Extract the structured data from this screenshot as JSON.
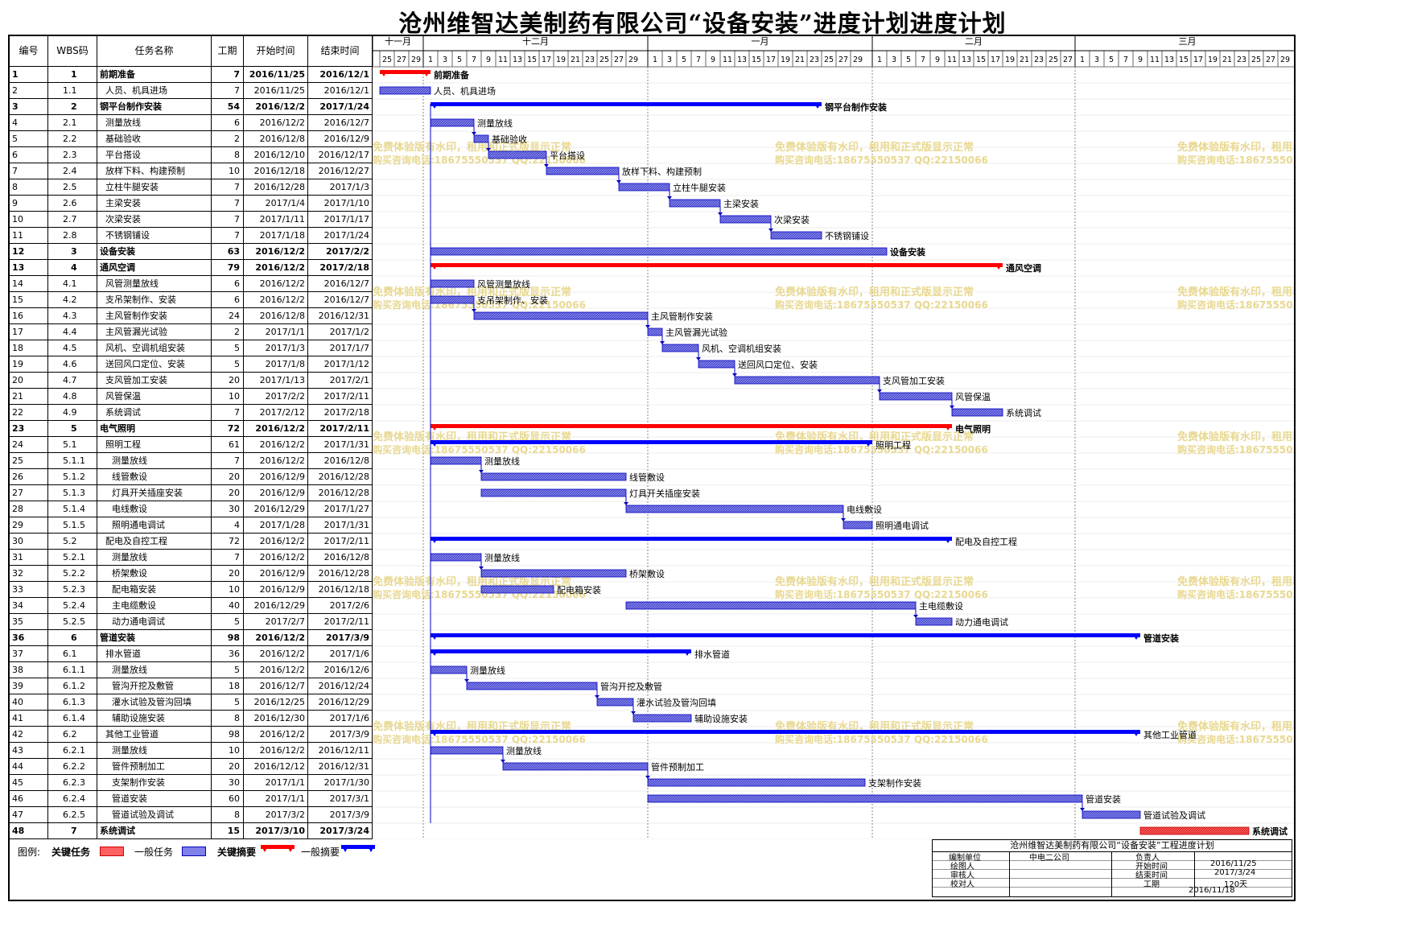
{
  "title": "沧州维智达美制药有限公司“设备安装”进度计划进度计划",
  "headers": {
    "no": "编号",
    "wbs": "WBS码",
    "name": "任务名称",
    "dur": "工期",
    "start": "开始时间",
    "end": "结束时间"
  },
  "months": [
    "十一月",
    "十二月",
    "一月",
    "二月",
    "三月"
  ],
  "day_ticks": {
    "nov": [
      "25",
      "27",
      "29"
    ],
    "dec": [
      "1",
      "3",
      "5",
      "7",
      "9",
      "11",
      "13",
      "15",
      "17",
      "19",
      "21",
      "23",
      "25",
      "27",
      "29"
    ],
    "jan": [
      "1",
      "3",
      "5",
      "7",
      "9",
      "11",
      "13",
      "15",
      "17",
      "19",
      "21",
      "23",
      "25",
      "27",
      "29"
    ],
    "feb": [
      "1",
      "3",
      "5",
      "7",
      "9",
      "11",
      "13",
      "15",
      "17",
      "19",
      "21",
      "23",
      "25",
      "27"
    ],
    "mar": [
      "1",
      "3",
      "5",
      "7",
      "9",
      "11",
      "13",
      "15",
      "17",
      "19",
      "21",
      "23",
      "25",
      "27",
      "29"
    ]
  },
  "watermark": [
    "免费体验版有水印，租用和正式版显示正常",
    "购买咨询电话:18675550537 QQ:22150066"
  ],
  "legend": {
    "label": "图例:",
    "critical_task": "关键任务",
    "normal_task": "一般任务",
    "critical_summary": "关键摘要",
    "normal_summary": "一般摘要"
  },
  "info_box": {
    "title": "沧州维智达美制药有限公司“设备安装”工程进度计划",
    "rows": [
      {
        "l1": "编制单位",
        "v1": "中电二公司",
        "l2": "负责人",
        "v2": ""
      },
      {
        "l1": "绘图人",
        "v1": "",
        "l2": "开始时间",
        "v2": "2016/11/25"
      },
      {
        "l1": "审核人",
        "v1": "",
        "l2": "结束时间",
        "v2": "2017/3/24"
      },
      {
        "l1": "校对人",
        "v1": "",
        "l2": "工期",
        "v2": "120天"
      },
      {
        "l1": "",
        "v1": "",
        "l2": "",
        "v2": "2016/11/18"
      }
    ]
  },
  "colors": {
    "critical_summary": "#ff0000",
    "normal_summary": "#0000ff",
    "task_fill": "#8080e8",
    "critical_task_fill": "#ff6060",
    "watermark": "#e8d890"
  },
  "chart_data": {
    "type": "gantt",
    "x_range": [
      "2016/11/24",
      "2017/3/31"
    ],
    "tasks": [
      {
        "no": "1",
        "wbs": "1",
        "name": "前期准备",
        "dur": "7",
        "start": "2016/11/25",
        "end": "2016/12/1",
        "kind": "critsum",
        "level": 0
      },
      {
        "no": "2",
        "wbs": "1.1",
        "name": "人员、机具进场",
        "dur": "7",
        "start": "2016/11/25",
        "end": "2016/12/1",
        "kind": "task",
        "level": 1
      },
      {
        "no": "3",
        "wbs": "2",
        "name": "钢平台制作安装",
        "dur": "54",
        "start": "2016/12/2",
        "end": "2017/1/24",
        "kind": "sum",
        "level": 0
      },
      {
        "no": "4",
        "wbs": "2.1",
        "name": "测量放线",
        "dur": "6",
        "start": "2016/12/2",
        "end": "2016/12/7",
        "kind": "task",
        "level": 1
      },
      {
        "no": "5",
        "wbs": "2.2",
        "name": "基础验收",
        "dur": "2",
        "start": "2016/12/8",
        "end": "2016/12/9",
        "kind": "task",
        "level": 1
      },
      {
        "no": "6",
        "wbs": "2.3",
        "name": "平台搭设",
        "dur": "8",
        "start": "2016/12/10",
        "end": "2016/12/17",
        "kind": "task",
        "level": 1
      },
      {
        "no": "7",
        "wbs": "2.4",
        "name": "放样下料、构建预制",
        "dur": "10",
        "start": "2016/12/18",
        "end": "2016/12/27",
        "kind": "task",
        "level": 1
      },
      {
        "no": "8",
        "wbs": "2.5",
        "name": "立柱牛腿安装",
        "dur": "7",
        "start": "2016/12/28",
        "end": "2017/1/3",
        "kind": "task",
        "level": 1
      },
      {
        "no": "9",
        "wbs": "2.6",
        "name": "主梁安装",
        "dur": "7",
        "start": "2017/1/4",
        "end": "2017/1/10",
        "kind": "task",
        "level": 1
      },
      {
        "no": "10",
        "wbs": "2.7",
        "name": "次梁安装",
        "dur": "7",
        "start": "2017/1/11",
        "end": "2017/1/17",
        "kind": "task",
        "level": 1
      },
      {
        "no": "11",
        "wbs": "2.8",
        "name": "不锈钢铺设",
        "dur": "7",
        "start": "2017/1/18",
        "end": "2017/1/24",
        "kind": "task",
        "level": 1
      },
      {
        "no": "12",
        "wbs": "3",
        "name": "设备安装",
        "dur": "63",
        "start": "2016/12/2",
        "end": "2017/2/2",
        "kind": "task",
        "level": 0,
        "bold": true
      },
      {
        "no": "13",
        "wbs": "4",
        "name": "通风空调",
        "dur": "79",
        "start": "2016/12/2",
        "end": "2017/2/18",
        "kind": "critsum",
        "level": 0
      },
      {
        "no": "14",
        "wbs": "4.1",
        "name": "风管测量放线",
        "dur": "6",
        "start": "2016/12/2",
        "end": "2016/12/7",
        "kind": "task",
        "level": 1
      },
      {
        "no": "15",
        "wbs": "4.2",
        "name": "支吊架制作、安装",
        "dur": "6",
        "start": "2016/12/2",
        "end": "2016/12/7",
        "kind": "task",
        "level": 1
      },
      {
        "no": "16",
        "wbs": "4.3",
        "name": "主风管制作安装",
        "dur": "24",
        "start": "2016/12/8",
        "end": "2016/12/31",
        "kind": "task",
        "level": 1
      },
      {
        "no": "17",
        "wbs": "4.4",
        "name": "主风管漏光试验",
        "dur": "2",
        "start": "2017/1/1",
        "end": "2017/1/2",
        "kind": "task",
        "level": 1
      },
      {
        "no": "18",
        "wbs": "4.5",
        "name": "风机、空调机组安装",
        "dur": "5",
        "start": "2017/1/3",
        "end": "2017/1/7",
        "kind": "task",
        "level": 1
      },
      {
        "no": "19",
        "wbs": "4.6",
        "name": "送回风口定位、安装",
        "dur": "5",
        "start": "2017/1/8",
        "end": "2017/1/12",
        "kind": "task",
        "level": 1
      },
      {
        "no": "20",
        "wbs": "4.7",
        "name": "支风管加工安装",
        "dur": "20",
        "start": "2017/1/13",
        "end": "2017/2/1",
        "kind": "task",
        "level": 1
      },
      {
        "no": "21",
        "wbs": "4.8",
        "name": "风管保温",
        "dur": "10",
        "start": "2017/2/2",
        "end": "2017/2/11",
        "kind": "task",
        "level": 1
      },
      {
        "no": "22",
        "wbs": "4.9",
        "name": "系统调试",
        "dur": "7",
        "start": "2017/2/12",
        "end": "2017/2/18",
        "kind": "task",
        "level": 1
      },
      {
        "no": "23",
        "wbs": "5",
        "name": "电气照明",
        "dur": "72",
        "start": "2016/12/2",
        "end": "2017/2/11",
        "kind": "critsum",
        "level": 0
      },
      {
        "no": "24",
        "wbs": "5.1",
        "name": "照明工程",
        "dur": "61",
        "start": "2016/12/2",
        "end": "2017/1/31",
        "kind": "sum",
        "level": 1
      },
      {
        "no": "25",
        "wbs": "5.1.1",
        "name": "测量放线",
        "dur": "7",
        "start": "2016/12/2",
        "end": "2016/12/8",
        "kind": "task",
        "level": 2
      },
      {
        "no": "26",
        "wbs": "5.1.2",
        "name": "线管敷设",
        "dur": "20",
        "start": "2016/12/9",
        "end": "2016/12/28",
        "kind": "task",
        "level": 2
      },
      {
        "no": "27",
        "wbs": "5.1.3",
        "name": "灯具开关插座安装",
        "dur": "20",
        "start": "2016/12/9",
        "end": "2016/12/28",
        "kind": "task",
        "level": 2
      },
      {
        "no": "28",
        "wbs": "5.1.4",
        "name": "电线敷设",
        "dur": "30",
        "start": "2016/12/29",
        "end": "2017/1/27",
        "kind": "task",
        "level": 2
      },
      {
        "no": "29",
        "wbs": "5.1.5",
        "name": "照明通电调试",
        "dur": "4",
        "start": "2017/1/28",
        "end": "2017/1/31",
        "kind": "task",
        "level": 2
      },
      {
        "no": "30",
        "wbs": "5.2",
        "name": "配电及自控工程",
        "dur": "72",
        "start": "2016/12/2",
        "end": "2017/2/11",
        "kind": "sum",
        "level": 1
      },
      {
        "no": "31",
        "wbs": "5.2.1",
        "name": "测量放线",
        "dur": "7",
        "start": "2016/12/2",
        "end": "2016/12/8",
        "kind": "task",
        "level": 2
      },
      {
        "no": "32",
        "wbs": "5.2.2",
        "name": "桥架敷设",
        "dur": "20",
        "start": "2016/12/9",
        "end": "2016/12/28",
        "kind": "task",
        "level": 2
      },
      {
        "no": "33",
        "wbs": "5.2.3",
        "name": "配电箱安装",
        "dur": "10",
        "start": "2016/12/9",
        "end": "2016/12/18",
        "kind": "task",
        "level": 2
      },
      {
        "no": "34",
        "wbs": "5.2.4",
        "name": "主电缆敷设",
        "dur": "40",
        "start": "2016/12/29",
        "end": "2017/2/6",
        "kind": "task",
        "level": 2
      },
      {
        "no": "35",
        "wbs": "5.2.5",
        "name": "动力通电调试",
        "dur": "5",
        "start": "2017/2/7",
        "end": "2017/2/11",
        "kind": "task",
        "level": 2
      },
      {
        "no": "36",
        "wbs": "6",
        "name": "管道安装",
        "dur": "98",
        "start": "2016/12/2",
        "end": "2017/3/9",
        "kind": "sum",
        "level": 0
      },
      {
        "no": "37",
        "wbs": "6.1",
        "name": "排水管道",
        "dur": "36",
        "start": "2016/12/2",
        "end": "2017/1/6",
        "kind": "sum",
        "level": 1
      },
      {
        "no": "38",
        "wbs": "6.1.1",
        "name": "测量放线",
        "dur": "5",
        "start": "2016/12/2",
        "end": "2016/12/6",
        "kind": "task",
        "level": 2
      },
      {
        "no": "39",
        "wbs": "6.1.2",
        "name": "管沟开挖及敷管",
        "dur": "18",
        "start": "2016/12/7",
        "end": "2016/12/24",
        "kind": "task",
        "level": 2
      },
      {
        "no": "40",
        "wbs": "6.1.3",
        "name": "灌水试验及管沟回填",
        "dur": "5",
        "start": "2016/12/25",
        "end": "2016/12/29",
        "kind": "task",
        "level": 2
      },
      {
        "no": "41",
        "wbs": "6.1.4",
        "name": "辅助设施安装",
        "dur": "8",
        "start": "2016/12/30",
        "end": "2017/1/6",
        "kind": "task",
        "level": 2
      },
      {
        "no": "42",
        "wbs": "6.2",
        "name": "其他工业管道",
        "dur": "98",
        "start": "2016/12/2",
        "end": "2017/3/9",
        "kind": "sum",
        "level": 1
      },
      {
        "no": "43",
        "wbs": "6.2.1",
        "name": "测量放线",
        "dur": "10",
        "start": "2016/12/2",
        "end": "2016/12/11",
        "kind": "task",
        "level": 2
      },
      {
        "no": "44",
        "wbs": "6.2.2",
        "name": "管件预制加工",
        "dur": "20",
        "start": "2016/12/12",
        "end": "2016/12/31",
        "kind": "task",
        "level": 2
      },
      {
        "no": "45",
        "wbs": "6.2.3",
        "name": "支架制作安装",
        "dur": "30",
        "start": "2017/1/1",
        "end": "2017/1/30",
        "kind": "task",
        "level": 2
      },
      {
        "no": "46",
        "wbs": "6.2.4",
        "name": "管道安装",
        "dur": "60",
        "start": "2017/1/1",
        "end": "2017/3/1",
        "kind": "task",
        "level": 2
      },
      {
        "no": "47",
        "wbs": "6.2.5",
        "name": "管道试验及调试",
        "dur": "8",
        "start": "2017/3/2",
        "end": "2017/3/9",
        "kind": "task",
        "level": 2
      },
      {
        "no": "48",
        "wbs": "7",
        "name": "系统调试",
        "dur": "15",
        "start": "2017/3/10",
        "end": "2017/3/24",
        "kind": "crit",
        "level": 0
      }
    ]
  }
}
